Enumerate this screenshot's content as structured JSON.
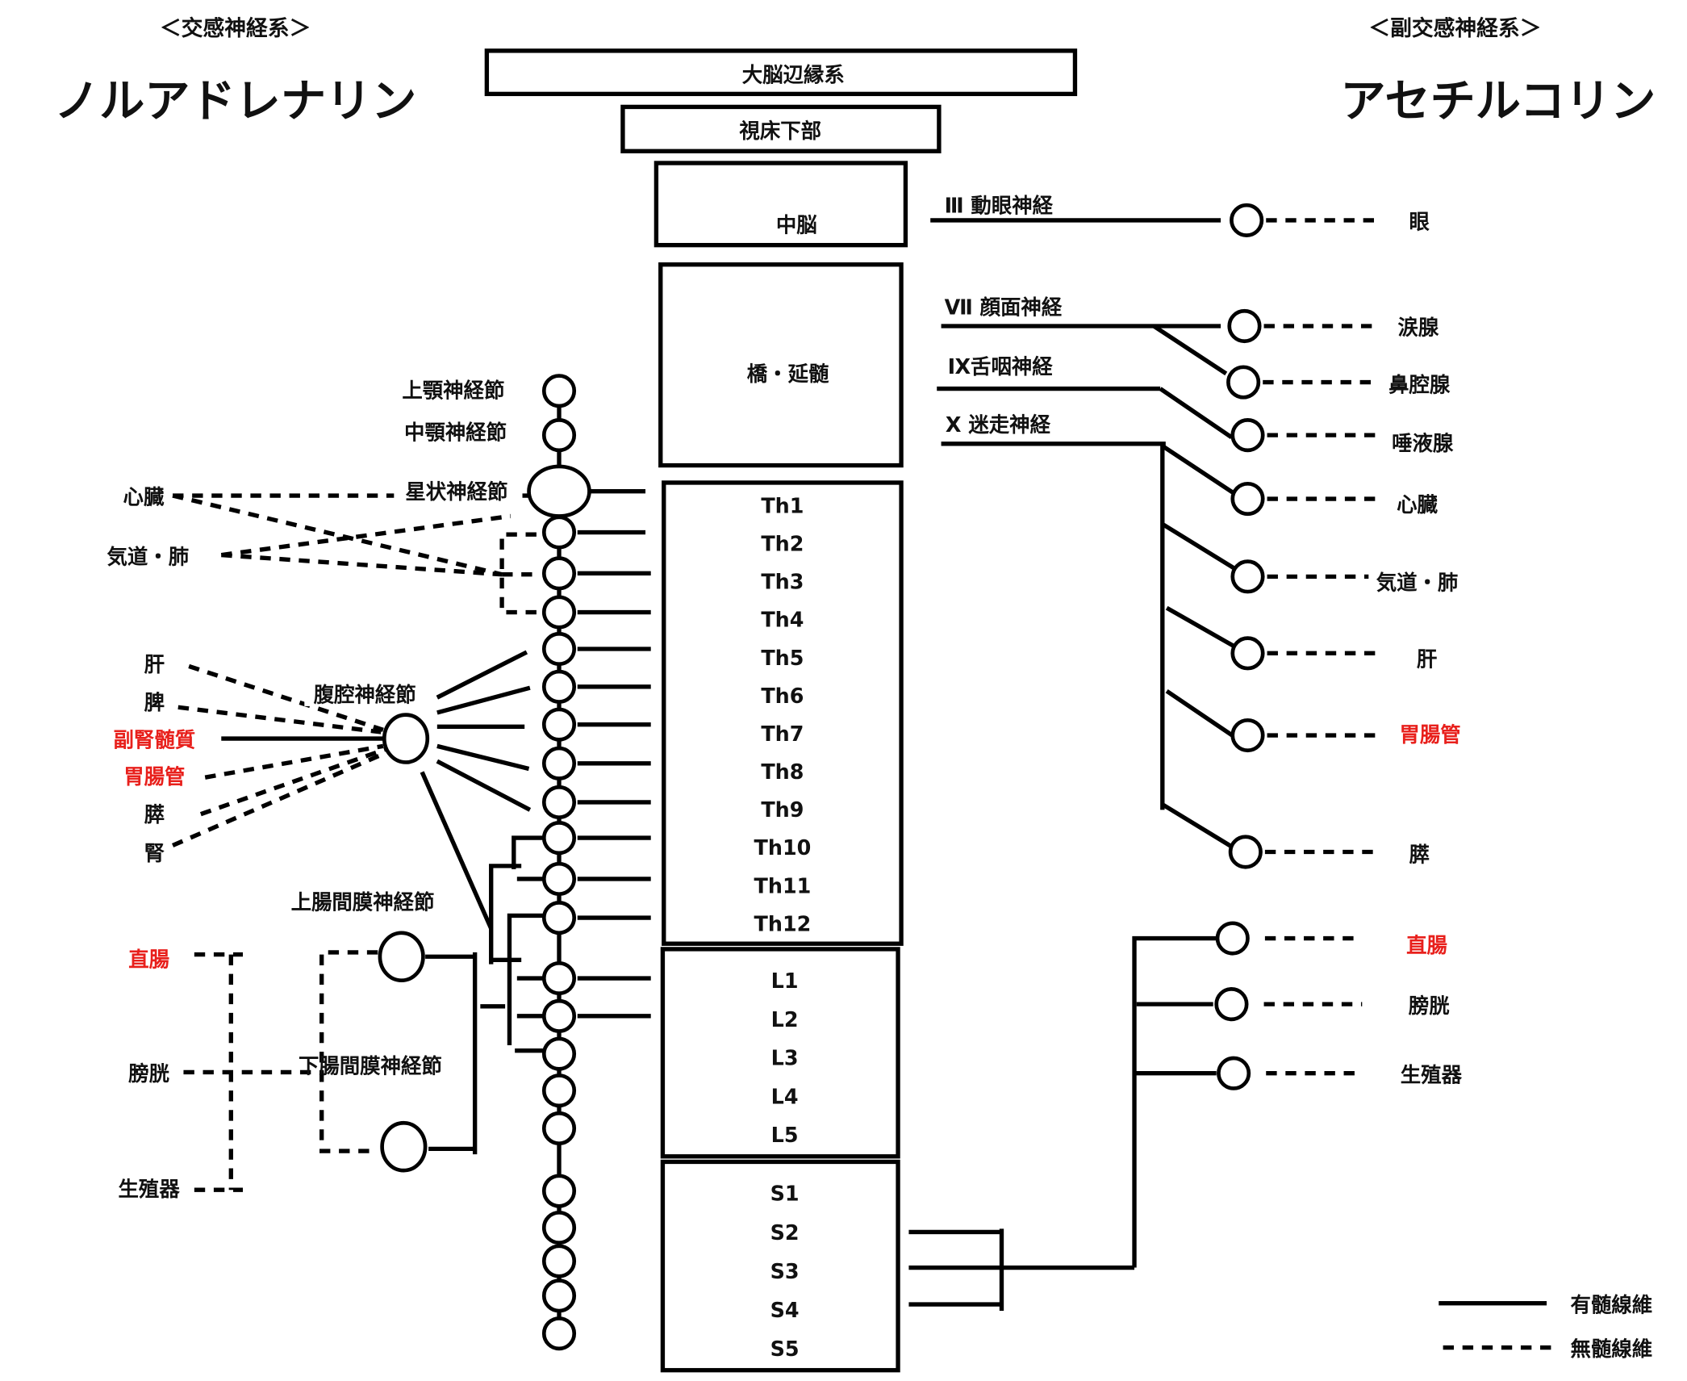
{
  "colors": {
    "line": "#000000",
    "highlight": "#e8201c",
    "text": "#111111"
  },
  "sympathetic": {
    "heading": "＜交感神経系＞",
    "transmitter": "ノルアドレナリン",
    "cervical_ganglia": [
      "上顎神経節",
      "中顎神経節",
      "星状神経節"
    ],
    "celiac_ganglion": "腹腔神経節",
    "superior_mesenteric_ganglion": "上腸間膜神経節",
    "inferior_mesenteric_ganglion": "下腸間膜神経節",
    "thoracic_targets": [
      {
        "label": "心臓",
        "highlight": false
      },
      {
        "label": "気道・肺",
        "highlight": false
      }
    ],
    "abdominal_targets": [
      {
        "label": "肝",
        "highlight": false
      },
      {
        "label": "脾",
        "highlight": false
      },
      {
        "label": "副腎髄質",
        "highlight": true
      },
      {
        "label": "胃腸管",
        "highlight": true
      },
      {
        "label": "膵",
        "highlight": false
      },
      {
        "label": "腎",
        "highlight": false
      }
    ],
    "pelvic_targets": [
      {
        "label": "直腸",
        "highlight": true
      },
      {
        "label": "膀胱",
        "highlight": false
      },
      {
        "label": "生殖器",
        "highlight": false
      }
    ]
  },
  "parasympathetic": {
    "heading": "＜副交感神経系＞",
    "transmitter": "アセチルコリン",
    "cranial_nerves": [
      {
        "label": "Ⅲ 動眼神経"
      },
      {
        "label": "Ⅶ 顔面神経"
      },
      {
        "label": "Ⅸ舌咽神経"
      },
      {
        "label": "Ⅹ 迷走神経"
      }
    ],
    "cranial_targets": [
      {
        "label": "眼",
        "highlight": false
      },
      {
        "label": "涙腺",
        "highlight": false
      },
      {
        "label": "鼻腔腺",
        "highlight": false
      },
      {
        "label": "唾液腺",
        "highlight": false
      },
      {
        "label": "心臓",
        "highlight": false
      },
      {
        "label": "気道・肺",
        "highlight": false
      },
      {
        "label": "肝",
        "highlight": false
      },
      {
        "label": "胃腸管",
        "highlight": true
      },
      {
        "label": "膵",
        "highlight": false
      }
    ],
    "sacral_targets": [
      {
        "label": "直腸",
        "highlight": true
      },
      {
        "label": "膀胱",
        "highlight": false
      },
      {
        "label": "生殖器",
        "highlight": false
      }
    ]
  },
  "cns": {
    "limbic": "大脳辺縁系",
    "hypothalamus": "視床下部",
    "midbrain": "中脳",
    "pons_medulla": "橋・延髄",
    "thoracic": [
      "Th1",
      "Th2",
      "Th3",
      "Th4",
      "Th5",
      "Th6",
      "Th7",
      "Th8",
      "Th9",
      "Th10",
      "Th11",
      "Th12"
    ],
    "lumbar": [
      "L1",
      "L2",
      "L3",
      "L4",
      "L5"
    ],
    "sacral": [
      "S1",
      "S2",
      "S3",
      "S4",
      "S5"
    ]
  },
  "legend": {
    "myelinated": "有髄線維",
    "unmyelinated": "無髄線維"
  }
}
